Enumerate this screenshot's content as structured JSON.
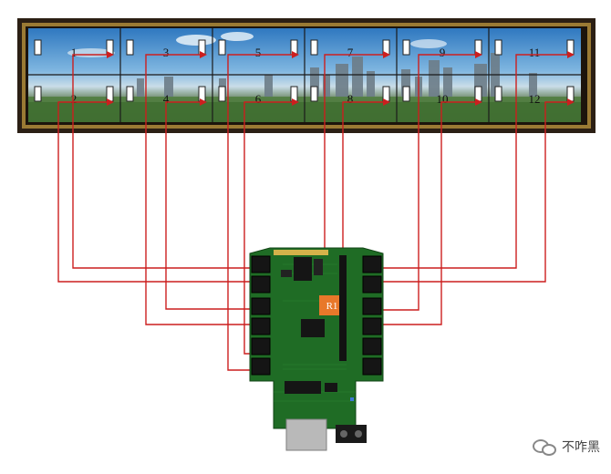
{
  "panels": [
    {
      "label": "1"
    },
    {
      "label": "3"
    },
    {
      "label": "5"
    },
    {
      "label": "7"
    },
    {
      "label": "9"
    },
    {
      "label": "11"
    },
    {
      "label": "2"
    },
    {
      "label": "4"
    },
    {
      "label": "6"
    },
    {
      "label": "8"
    },
    {
      "label": "10"
    },
    {
      "label": "12"
    }
  ],
  "board": {
    "chip_label": "R1"
  },
  "watermark": {
    "text": "不咋黑"
  },
  "colors": {
    "wire": "#cc1f1f",
    "frame_outer": "#3a2a1a",
    "frame_gold": "#a8873c",
    "sky": "#3f88c9",
    "pcb": "#1e6b22",
    "connector": "#1a1a1a"
  }
}
